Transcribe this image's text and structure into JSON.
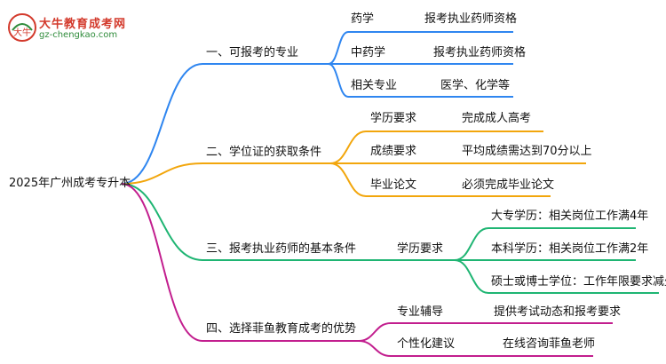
{
  "logo": {
    "title": "大牛教育成考网",
    "url": "gz-chengkao.com",
    "mark_text": "大牛"
  },
  "colors": {
    "blue": "#2f86f0",
    "orange": "#f2a60c",
    "green": "#1fb573",
    "purple": "#c21e8e"
  },
  "mindmap": {
    "root": "2025年广州成考专升本",
    "branches": [
      {
        "label": "一、可报考的专业",
        "color": "blue",
        "children": [
          {
            "label": "药学",
            "value": "报考执业药师资格"
          },
          {
            "label": "中药学",
            "value": "报考执业药师资格"
          },
          {
            "label": "相关专业",
            "value": "医学、化学等"
          }
        ]
      },
      {
        "label": "二、学位证的获取条件",
        "color": "orange",
        "children": [
          {
            "label": "学历要求",
            "value": "完成成人高考"
          },
          {
            "label": "成绩要求",
            "value": "平均成绩需达到70分以上"
          },
          {
            "label": "毕业论文",
            "value": "必须完成毕业论文"
          }
        ]
      },
      {
        "label": "三、报考执业药师的基本条件",
        "color": "green",
        "children": [
          {
            "label": "学历要求",
            "values": [
              "大专学历：相关岗位工作满4年",
              "本科学历：相关岗位工作满2年",
              "硕士或博士学位：工作年限要求减少"
            ]
          }
        ]
      },
      {
        "label": "四、选择菲鱼教育成考的优势",
        "color": "purple",
        "children": [
          {
            "label": "专业辅导",
            "value": "提供考试动态和报考要求"
          },
          {
            "label": "个性化建议",
            "value": "在线咨询菲鱼老师"
          }
        ]
      }
    ]
  }
}
